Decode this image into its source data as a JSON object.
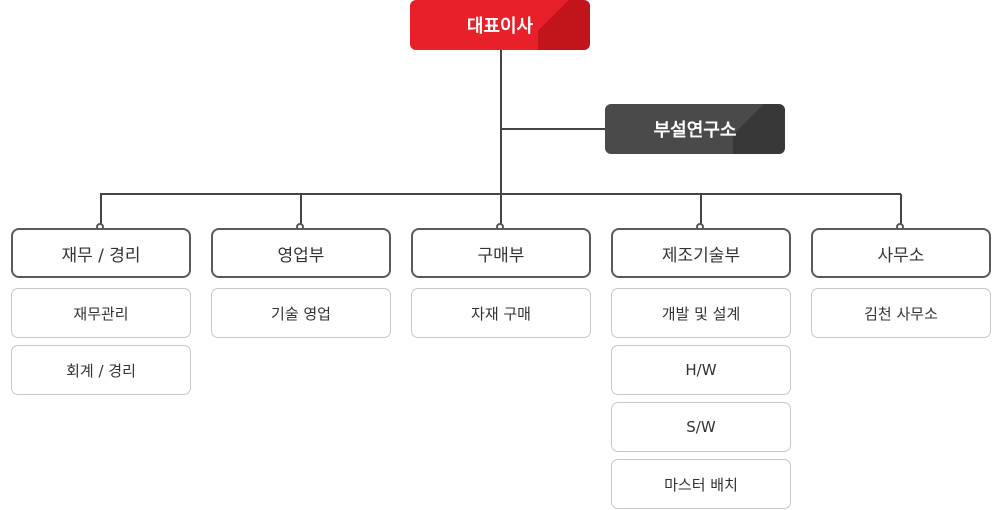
{
  "ceo": {
    "label": "대표이사",
    "color": "#e8202a"
  },
  "lab": {
    "label": "부설연구소",
    "color": "#4a4a4a"
  },
  "departments": [
    {
      "label": "재무 / 경리",
      "subs": [
        "재무관리",
        "회계 / 경리"
      ]
    },
    {
      "label": "영업부",
      "subs": [
        "기술 영업"
      ]
    },
    {
      "label": "구매부",
      "subs": [
        "자재 구매"
      ]
    },
    {
      "label": "제조기술부",
      "subs": [
        "개발 및 설계",
        "H/W",
        "S/W",
        "마스터 배치"
      ]
    },
    {
      "label": "사무소",
      "subs": [
        "김천 사무소"
      ]
    }
  ]
}
